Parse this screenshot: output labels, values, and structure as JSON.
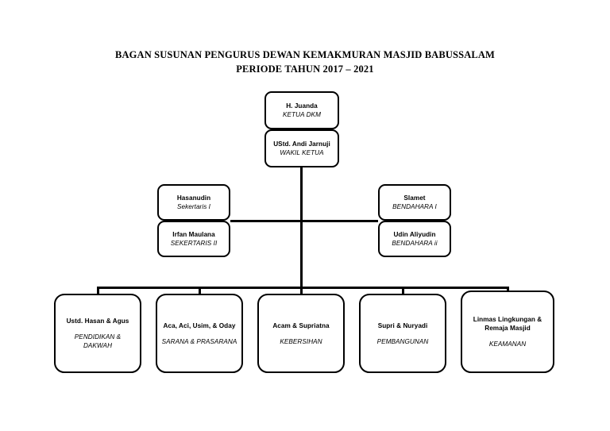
{
  "title": {
    "line1": "BAGAN SUSUNAN PENGURUS DEWAN KEMAKMURAN MASJID BABUSSALAM",
    "line2": "PERIODE TAHUN 2017 – 2021"
  },
  "chart_data": {
    "type": "diagram",
    "title": "BAGAN SUSUNAN PENGURUS DEWAN KEMAKMURAN MASJID BABUSSALAM",
    "subtitle": "PERIODE TAHUN 2017 – 2021",
    "orientation": "top-down",
    "levels": 3
  },
  "nodes": {
    "ketua": {
      "name": "H. Juanda",
      "role": "KETUA DKM"
    },
    "wakil": {
      "name": "UStd. Andi Jarnuji",
      "role": "WAKIL KETUA"
    },
    "sek1": {
      "name": "Hasanudin",
      "role": "Sekertaris I"
    },
    "sek2": {
      "name": "Irfan Maulana",
      "role": "SEKERTARIS II"
    },
    "ben1": {
      "name": "Slamet",
      "role": "BENDAHARA I"
    },
    "ben2": {
      "name": "Udin Aliyudin",
      "role": "BENDAHARA ii"
    },
    "leaf1": {
      "name": "Ustd. Hasan & Agus",
      "role": "PENDIDIKAN &\nDAKWAH"
    },
    "leaf2": {
      "name": "Aca, Aci, Usim, & Oday",
      "role": "SARANA & PRASARANA"
    },
    "leaf3": {
      "name": "Acam & Supriatna",
      "role": "KEBERSIHAN"
    },
    "leaf4": {
      "name": "Supri & Nuryadi",
      "role": "PEMBANGUNAN"
    },
    "leaf5": {
      "name": "Linmas Lingkungan &\nRemaja Masjid",
      "role": "KEAMANAN"
    }
  },
  "colors": {
    "background": "#ffffff",
    "line": "#000000",
    "text": "#000000"
  }
}
